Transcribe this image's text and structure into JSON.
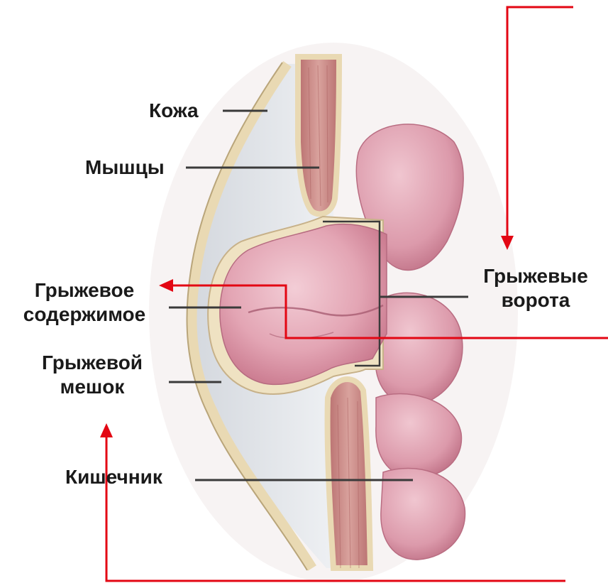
{
  "labels": {
    "skin": "Кожа",
    "muscles": "Мышцы",
    "hernia_contents_line1": "Грыжевое",
    "hernia_contents_line2": "содержимое",
    "hernia_sac_line1": "Грыжевой",
    "hernia_sac_line2": "мешок",
    "intestine": "Кишечник",
    "hernia_gate_line1": "Грыжевые",
    "hernia_gate_line2": "ворота"
  },
  "colors": {
    "annotation_arrow": "#e30613",
    "leader_line": "#3a3a3a",
    "skin": "#e9d9b3",
    "skin_edge": "#b9a57a",
    "fat": "#e4e6ea",
    "muscle": "#c98a86",
    "intestine": "#e4a9b6",
    "intestine_shade": "#c97e91"
  }
}
